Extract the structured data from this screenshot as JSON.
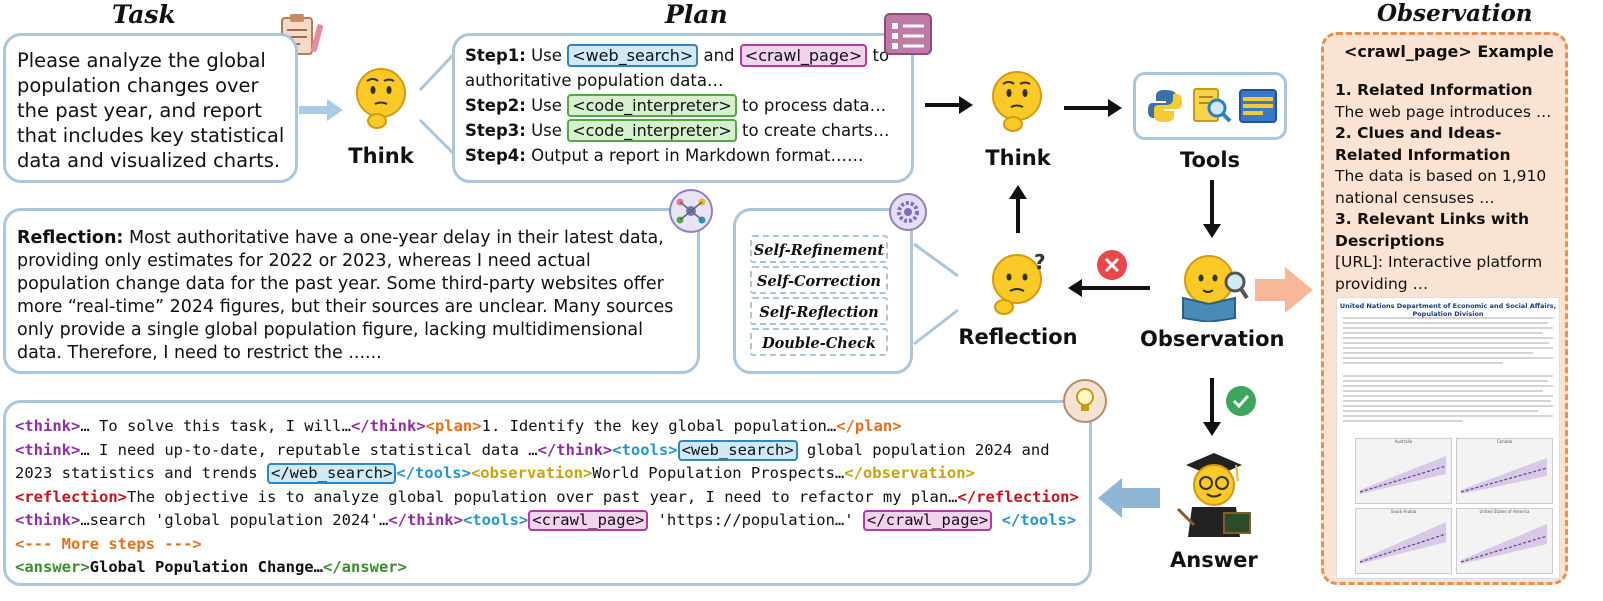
{
  "headers": {
    "task": "Task",
    "plan": "Plan",
    "observation": "Observation"
  },
  "task": {
    "text": "Please analyze the global population changes over the past year, and report that includes key statistical data and visualized charts."
  },
  "plan": {
    "steps": [
      {
        "label": "Step1:",
        "pre": "Use",
        "tag1": "<web_search>",
        "mid": "and",
        "tag2": "<crawl_page>",
        "post": "to"
      },
      {
        "cont": "authoritative population data…"
      },
      {
        "label": "Step2:",
        "pre": "Use",
        "tag": "<code_interpreter>",
        "post": "to process data…"
      },
      {
        "label": "Step3:",
        "pre": "Use",
        "tag": "<code_interpreter>",
        "post": "to create charts…"
      },
      {
        "label": "Step4:",
        "text": "Output a report in Markdown format……"
      }
    ]
  },
  "nodes": {
    "think_left": "Think",
    "think_mid": "Think",
    "tools": "Tools",
    "observation": "Observation",
    "reflection": "Reflection",
    "answer": "Answer"
  },
  "reflection": {
    "label": "Reflection:",
    "text": "Most authoritative have a one-year delay in their latest data, providing only estimates for 2022 or 2023, whereas I need actual population change data for the past year. Some third-party websites offer more “real-time” 2024 figures, but their sources are unclear. Many sources only provide a single global population figure, lacking multidimensional data. Therefore, I need to restrict the ......"
  },
  "strategies": [
    "Self-Refinement",
    "Self-Correction",
    "Self-Reflection",
    "Double-Check"
  ],
  "trajectory": {
    "l1": {
      "o": "<think>",
      "t": "… To solve this task, I will…",
      "c": "</think>",
      "po": "<plan>",
      "pt": "1. Identify the key global population…",
      "pc": "</plan>"
    },
    "l2": {
      "o": "<think>",
      "t": "… I need up-to-date, reputable statistical data …",
      "c": "</think>",
      "to": "<tools>",
      "ws": "<web_search>",
      "q": "global population 2024 and"
    },
    "l3": {
      "t": "2023 statistics and trends",
      "wsc": "</web_search>",
      "tc": "</tools>",
      "oo": "<observation>",
      "ot": "World Population Prospects…",
      "oc": "</observation>"
    },
    "l4": {
      "o": "<reflection>",
      "t": "The objective is to analyze global population over past year, I need to refactor my plan…",
      "c": "</reflection>"
    },
    "l5": {
      "o": "<think>",
      "t": "…search 'global population 2024'…",
      "c": "</think>",
      "to": "<tools>",
      "cp": "<crawl_page>",
      "u": "'https://population…'",
      "cpc": "</crawl_page>",
      "tc": "</tools>"
    },
    "l6": {
      "t": "<--- More steps --->"
    },
    "l7": {
      "o": "<answer>",
      "t": "Global Population Change…",
      "c": "</answer>"
    }
  },
  "observation_panel": {
    "title": "<crawl_page> Example",
    "h1": "1. Related Information",
    "p1": "The web page introduces …",
    "h2": "2. Clues and Ideas-Related Information",
    "p2": "The data is based on 1,910 national censuses …",
    "h3": "3. Relevant Links with Descriptions",
    "p3": "[URL]: Interactive platform providing …",
    "doc_title": "United Nations Department of Economic and Social Affairs, Population Division",
    "charts": [
      "Australia",
      "Canada",
      "Saudi Arabia",
      "United States of America"
    ]
  },
  "colors": {
    "box_border": "#aac6dd",
    "think": "#8e2ea3",
    "plan": "#e2701d",
    "tools": "#2596c9",
    "observation": "#c9a112",
    "reflection": "#c4161c",
    "answer": "#3c8d2f",
    "panel_bg": "#fbe3d4",
    "panel_border": "#e8904f"
  },
  "icons": [
    "clipboard-icon",
    "checklist-icon",
    "brain-network-icon",
    "gear-icon",
    "lightbulb-head-icon",
    "python-icon",
    "search-doc-icon",
    "browser-icon",
    "cross-icon",
    "check-icon",
    "thinking-emoji-icon",
    "confused-emoji-icon",
    "reading-emoji-icon",
    "graduate-emoji-icon"
  ]
}
